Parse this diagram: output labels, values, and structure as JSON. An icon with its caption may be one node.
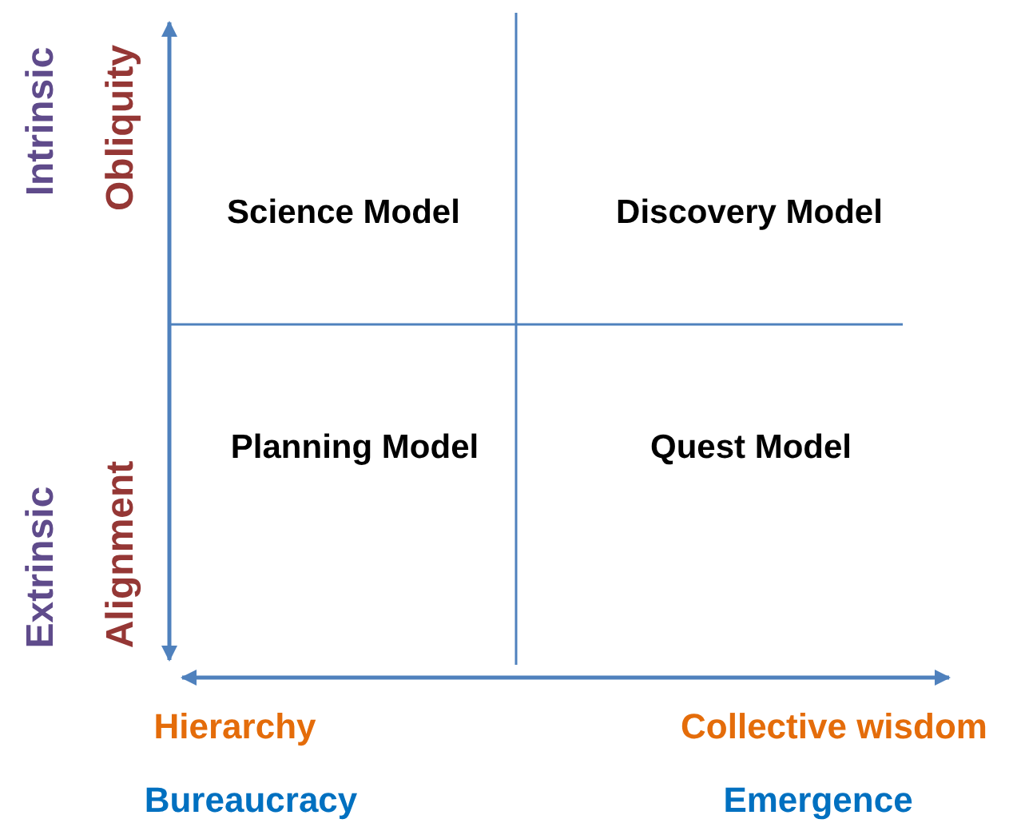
{
  "diagram": {
    "labels": [
      "Intrinsic",
      "Obliquity",
      "Science Model",
      "Discovery Model",
      "Planning Model",
      "Quest Model",
      "Extrinsic",
      "Alignment",
      "Hierarchy",
      "Collective wisdom",
      "Bureaucracy",
      "Emergence"
    ]
  }
}
